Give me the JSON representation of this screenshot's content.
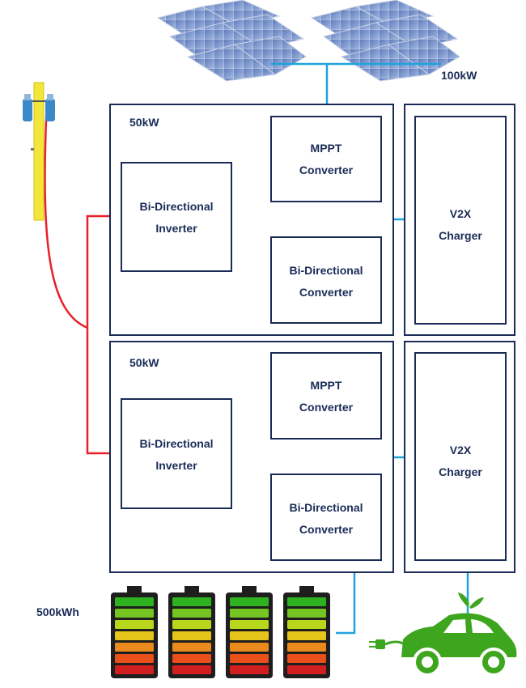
{
  "solar": {
    "capacity": "100kW"
  },
  "modules": [
    {
      "capacity": "50kW",
      "inverter": {
        "line1": "Bi-Directional",
        "line2": "Inverter"
      },
      "mppt": {
        "line1": "MPPT",
        "line2": "Converter"
      },
      "converter": {
        "line1": "Bi-Directional",
        "line2": "Converter"
      },
      "charger": {
        "line1": "V2X",
        "line2": "Charger"
      }
    },
    {
      "capacity": "50kW",
      "inverter": {
        "line1": "Bi-Directional",
        "line2": "Inverter"
      },
      "mppt": {
        "line1": "MPPT",
        "line2": "Converter"
      },
      "converter": {
        "line1": "Bi-Directional",
        "line2": "Converter"
      },
      "charger": {
        "line1": "V2X",
        "line2": "Charger"
      }
    }
  ],
  "battery": {
    "capacity": "500kWh",
    "count": 4
  },
  "colors": {
    "dc_line": "#1fa3dc",
    "ac_line": "#e8202a",
    "box_border": "#1a2b57",
    "car": "#3ea51f"
  }
}
